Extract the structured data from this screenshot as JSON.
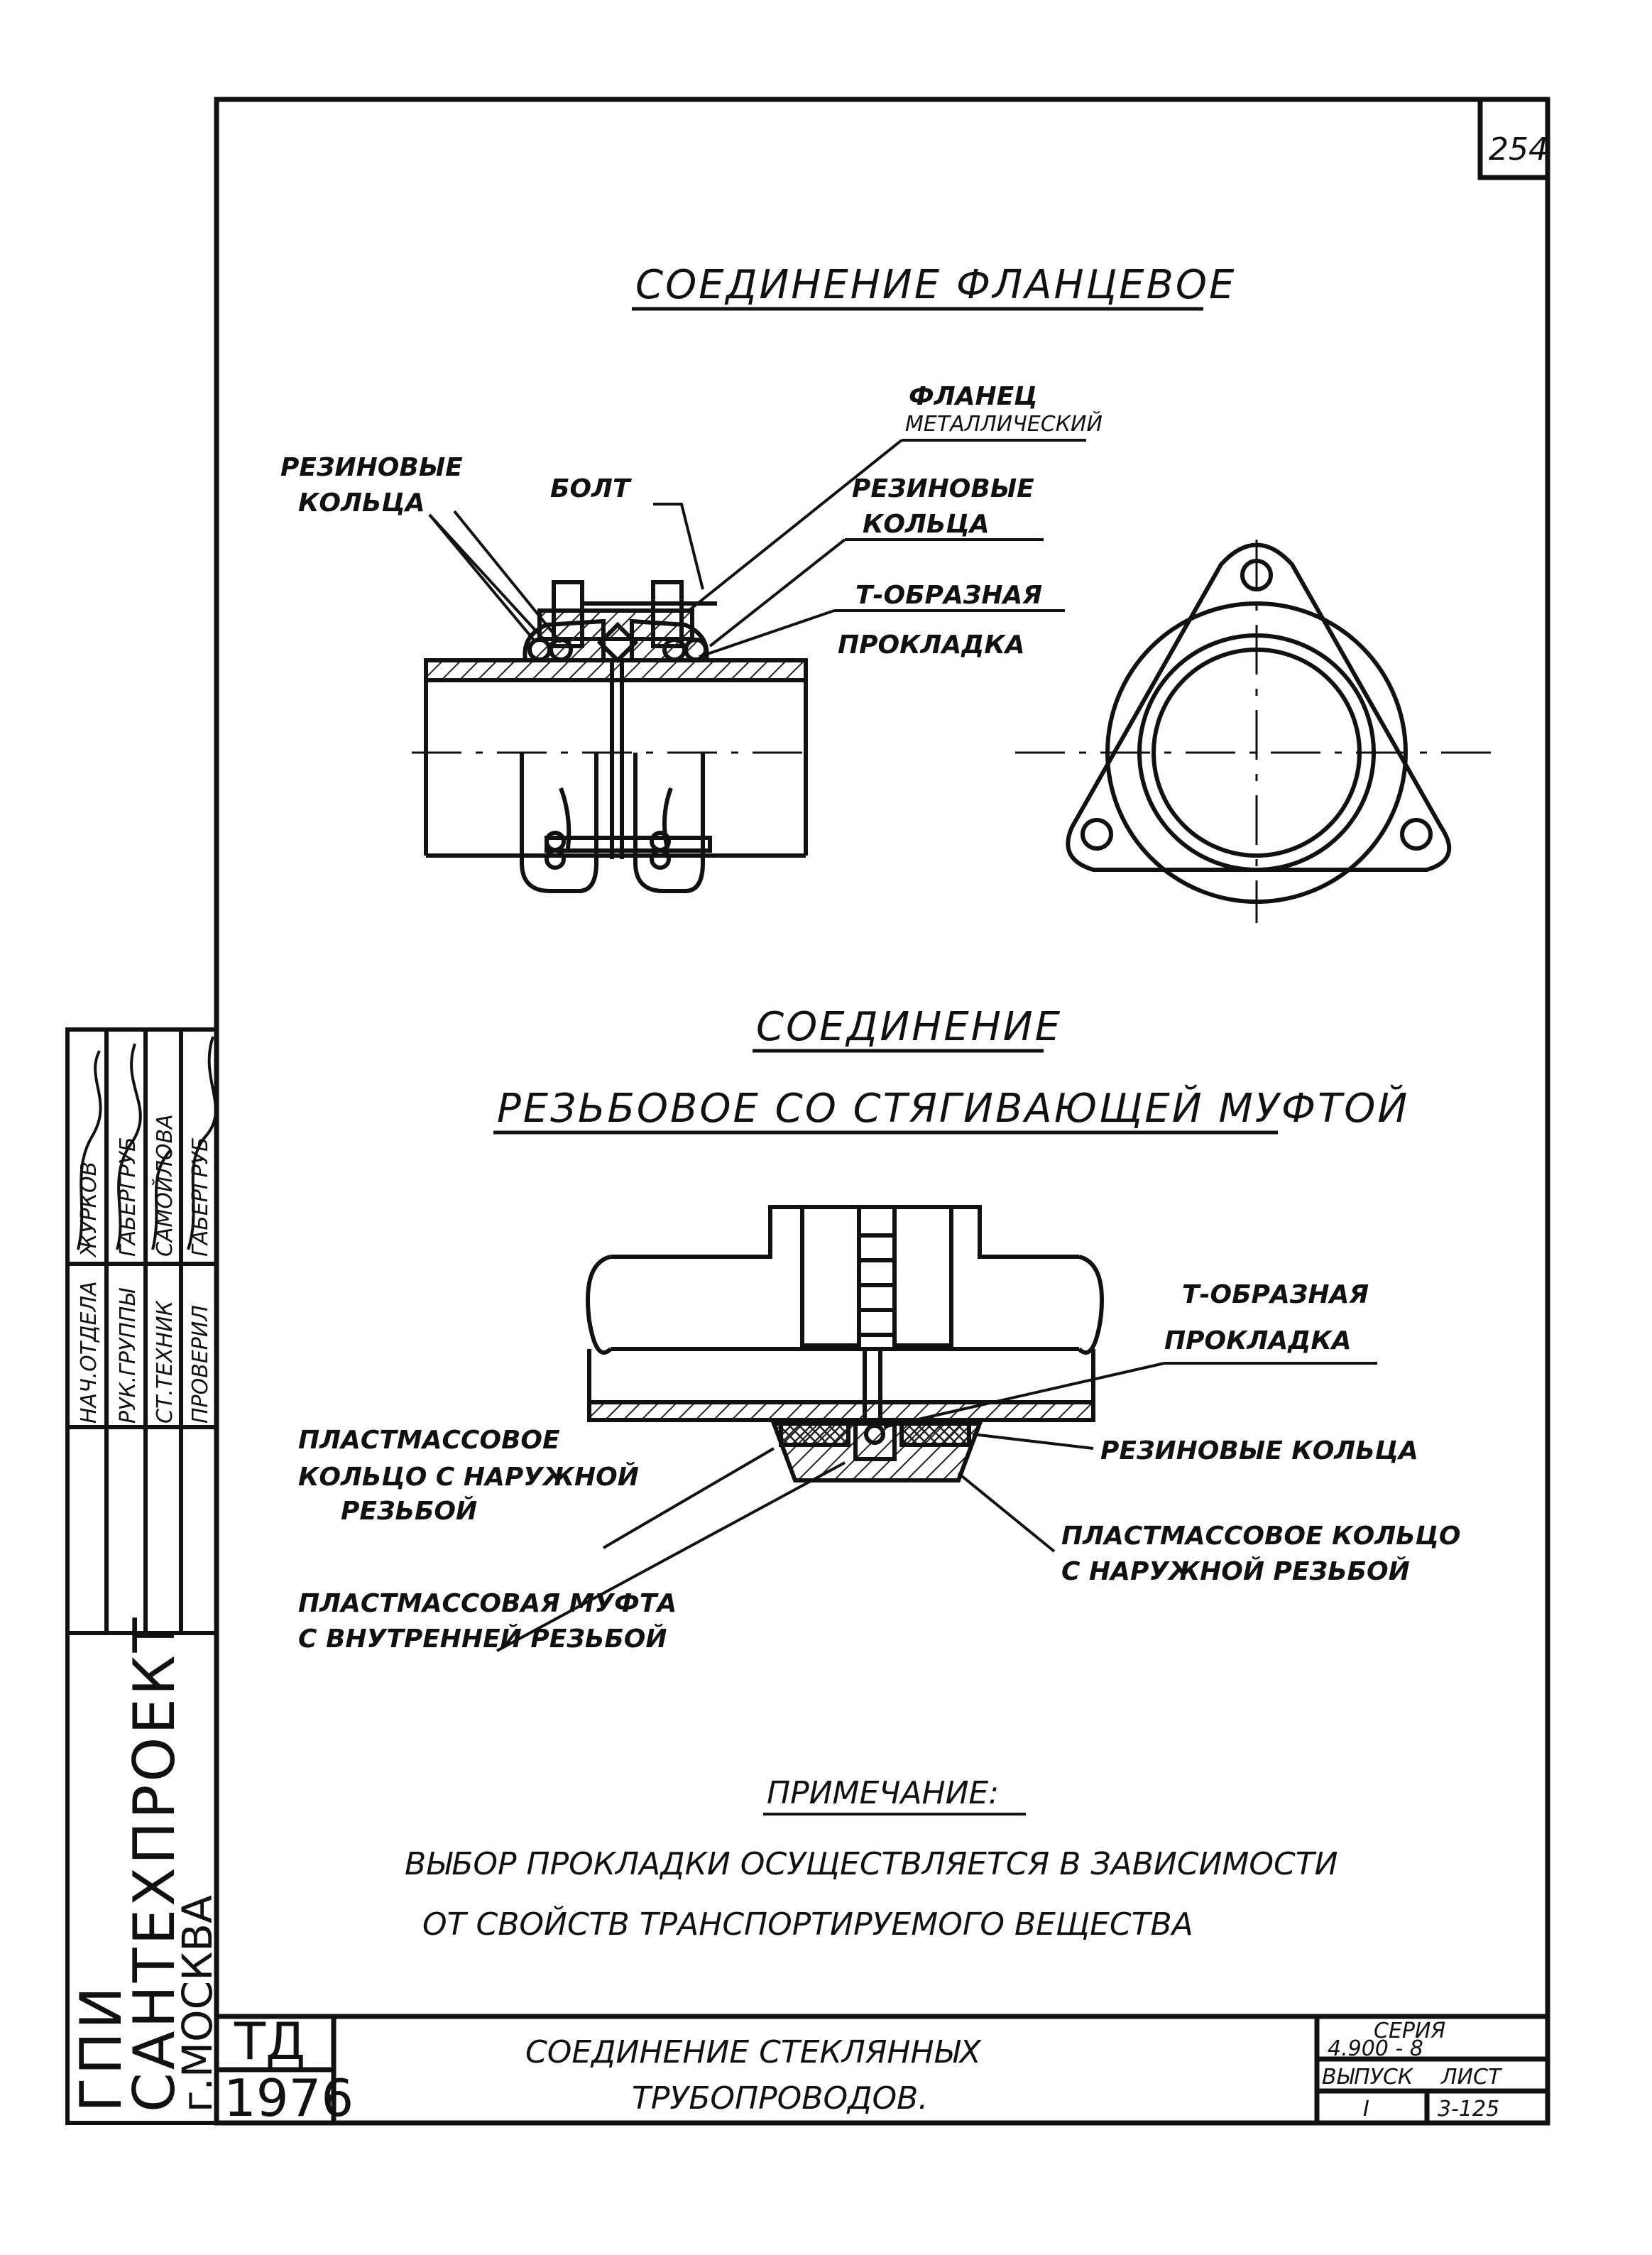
{
  "sheet": {
    "page_number": "254",
    "title_flange": "СОЕДИНЕНИЕ ФЛАНЦЕВОЕ",
    "title_thread_line1": "СОЕДИНЕНИЕ",
    "title_thread_line2": "РЕЗЬБОВОЕ СО СТЯГИВАЮЩЕЙ МУФТОЙ"
  },
  "flange_labels": {
    "rubber_rings_left_1": "РЕЗИНОВЫЕ",
    "rubber_rings_left_2": "КОЛЬЦА",
    "bolt": "БОЛТ",
    "flange_1": "ФЛАНЕЦ",
    "flange_2": "МЕТАЛЛИЧЕСКИЙ",
    "rubber_rings_right_1": "РЕЗИНОВЫЕ",
    "rubber_rings_right_2": "КОЛЬЦА",
    "t_gasket_1": "Т-ОБРАЗНАЯ",
    "t_gasket_2": "ПРОКЛАДКА"
  },
  "thread_labels": {
    "t_gasket_1": "Т-ОБРАЗНАЯ",
    "t_gasket_2": "ПРОКЛАДКА",
    "rubber_rings": "РЕЗИНОВЫЕ КОЛЬЦА",
    "plastic_ring_left_1": "ПЛАСТМАССОВОЕ",
    "plastic_ring_left_2": "КОЛЬЦО С НАРУЖНОЙ",
    "plastic_ring_left_3": "РЕЗЬБОЙ",
    "plastic_ring_right_1": "ПЛАСТМАССОВОЕ КОЛЬЦО",
    "plastic_ring_right_2": "С НАРУЖНОЙ РЕЗЬБОЙ",
    "plastic_coupling_1": "ПЛАСТМАССОВАЯ МУФТА",
    "plastic_coupling_2": "С ВНУТРЕННЕЙ РЕЗЬБОЙ"
  },
  "note": {
    "heading": "ПРИМЕЧАНИЕ:",
    "line1": "ВЫБОР ПРОКЛАДКИ ОСУЩЕСТВЛЯЕТСЯ В ЗАВИСИМОСТИ",
    "line2": "ОТ СВОЙСТВ ТРАНСПОРТИРУЕМОГО ВЕЩЕСТВА"
  },
  "title_block": {
    "code": "ТД",
    "year": "1976",
    "name_line1": "СОЕДИНЕНИЕ СТЕКЛЯННЫХ",
    "name_line2": "ТРУБОПРОВОДОВ.",
    "series_label": "СЕРИЯ",
    "series_value": "4.900 - 8",
    "issue_label": "ВЫПУСК",
    "issue_value": "I",
    "sheet_label": "ЛИСТ",
    "sheet_value": "3-125"
  },
  "side_block": {
    "org_line1": "ГПИ",
    "org_line2": "САНТЕХПРОЕКТ",
    "org_city": "г.МОСКВА",
    "rows": [
      {
        "role": "НАЧ.ОТДЕЛА",
        "name": "ЖУРКОВ"
      },
      {
        "role": "РУК.ГРУППЫ",
        "name": "ГАБЕРГРУБ"
      },
      {
        "role": "СТ.ТЕХНИК",
        "name": "САМОЙЛОВА"
      },
      {
        "role": "ПРОВЕРИЛ",
        "name": "ГАБЕРГРУБ"
      }
    ]
  }
}
